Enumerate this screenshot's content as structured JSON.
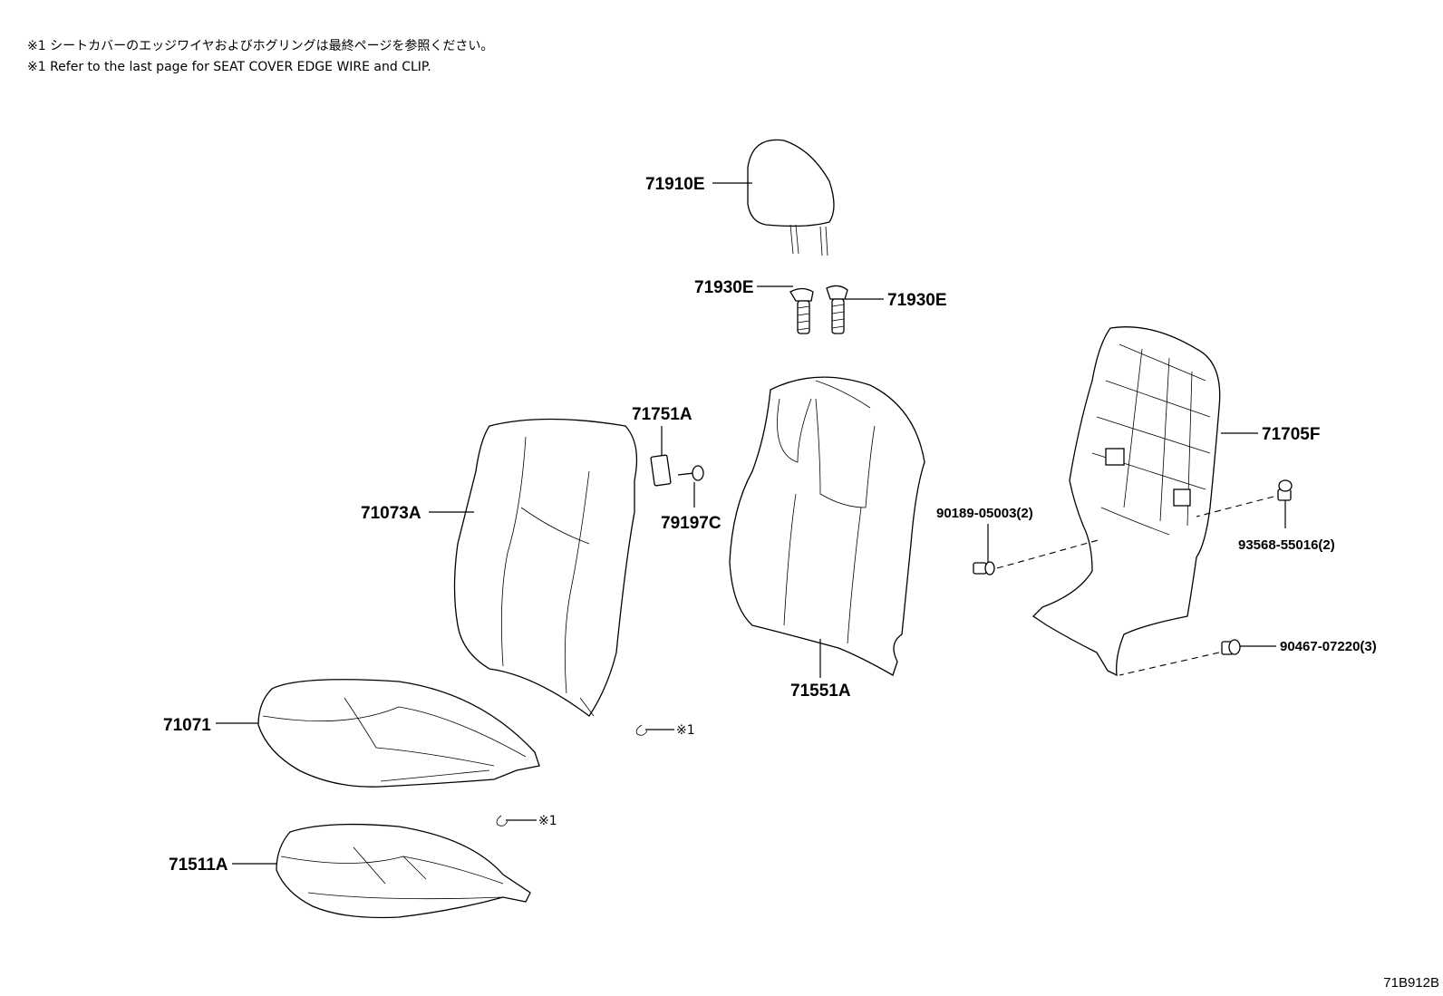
{
  "notes": {
    "japanese": "※1 シートカバーのエッジワイヤおよびホグリングは最終ページを参照ください。",
    "english": "※1 Refer to the last page for SEAT COVER EDGE WIRE and CLIP."
  },
  "parts": {
    "headrest": "71910E",
    "headrest_support_left": "71930E",
    "headrest_support_right": "71930E",
    "seatback_cover": "71073A",
    "cover_clip": "71751A",
    "clip_screw": "79197C",
    "seatback_pad": "71551A",
    "seatback_board": "71705F",
    "clip_left": "90189-05003(2)",
    "clip_right": "93568-55016(2)",
    "clip_bottom": "90467-07220(3)",
    "cushion_cover": "71071",
    "cushion_pad": "71511A"
  },
  "refs": {
    "edge_wire_upper": "※1",
    "edge_wire_lower": "※1"
  },
  "diagram_code": "71B912B"
}
